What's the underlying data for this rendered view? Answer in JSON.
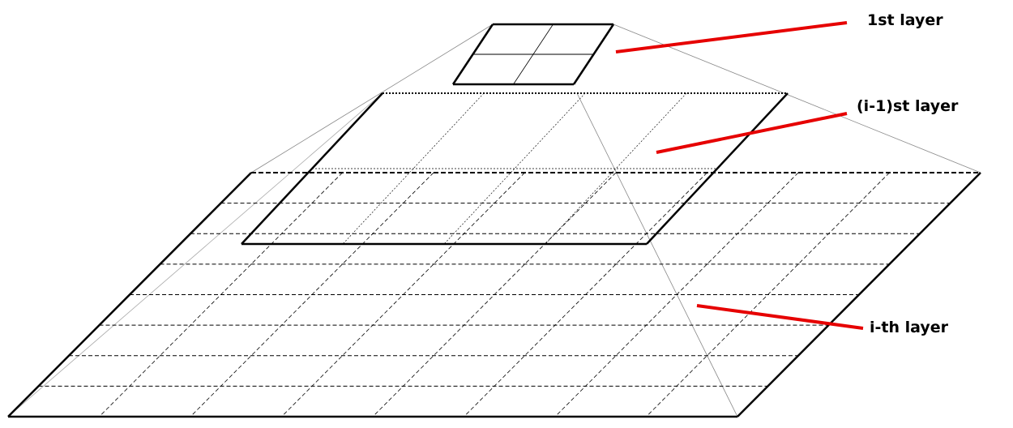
{
  "labels": {
    "first_layer": "1st layer",
    "prev_layer": "(i-1)st layer",
    "ith_layer": "i-th layer"
  },
  "layers": [
    {
      "name": "1st layer",
      "columns": 2,
      "rows": 2
    },
    {
      "name": "(i-1)st layer",
      "columns": 4,
      "rows": 2
    },
    {
      "name": "i-th layer",
      "columns": 8,
      "rows": 8
    }
  ],
  "colors": {
    "outline": "#000000",
    "pointer": "#e60000",
    "guide": "#888888"
  }
}
